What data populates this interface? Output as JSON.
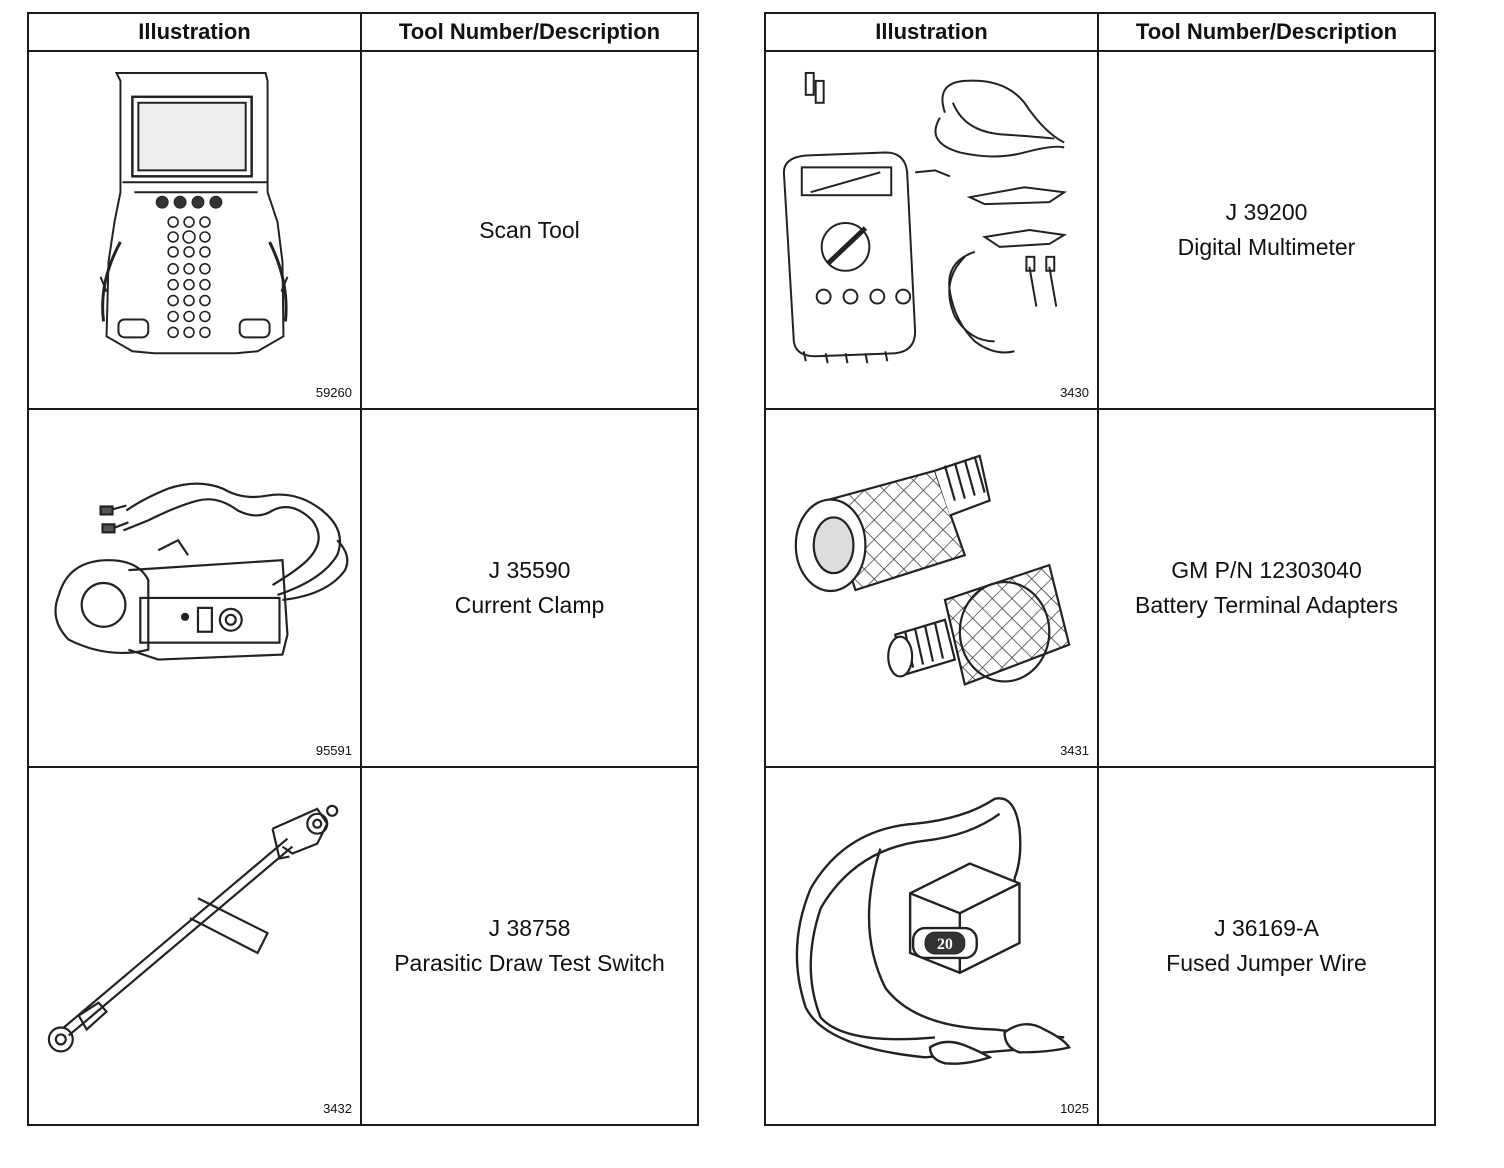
{
  "header": {
    "illustration": "Illustration",
    "tool": "Tool Number/Description"
  },
  "tools": [
    {
      "fig": "59260",
      "number": "",
      "description": "Scan Tool",
      "icon": "scan-tool-icon"
    },
    {
      "fig": "95591",
      "number": "J 35590",
      "description": "Current Clamp",
      "icon": "current-clamp-icon"
    },
    {
      "fig": "3432",
      "number": "J 38758",
      "description": "Parasitic Draw Test Switch",
      "icon": "test-switch-icon"
    },
    {
      "fig": "3430",
      "number": "J 39200",
      "description": "Digital Multimeter",
      "icon": "multimeter-icon"
    },
    {
      "fig": "3431",
      "number": "GM P/N 12303040",
      "description": "Battery Terminal Adapters",
      "icon": "terminal-adapter-icon"
    },
    {
      "fig": "1025",
      "number": "J 36169-A",
      "description": "Fused Jumper Wire",
      "icon": "jumper-wire-icon",
      "fuse_label": "20"
    }
  ]
}
